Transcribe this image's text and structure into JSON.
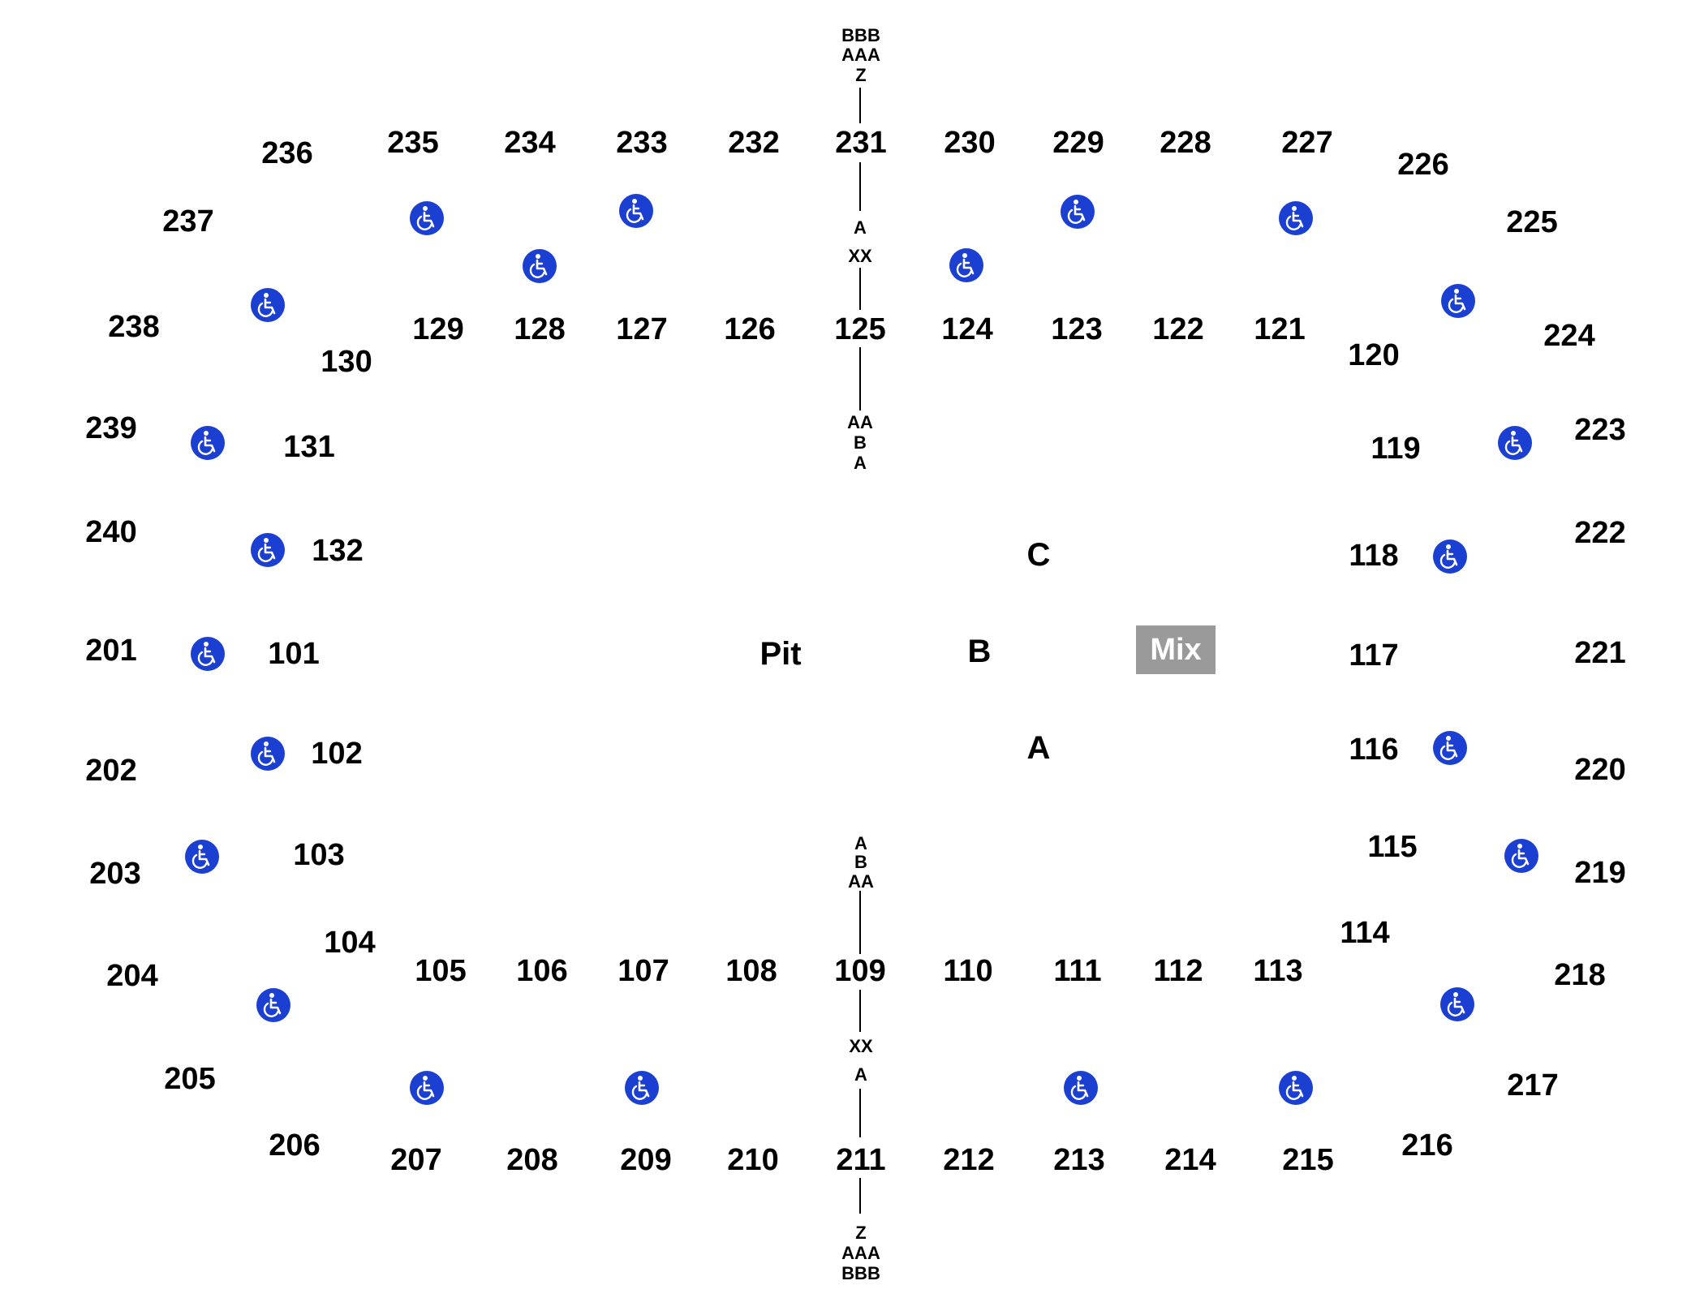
{
  "map": {
    "floor": {
      "pit": "Pit",
      "a": "A",
      "b": "B",
      "c": "C",
      "mix": "Mix"
    },
    "lower_sections": [
      "101",
      "102",
      "103",
      "104",
      "105",
      "106",
      "107",
      "108",
      "109",
      "110",
      "111",
      "112",
      "113",
      "114",
      "115",
      "116",
      "117",
      "118",
      "119",
      "120",
      "121",
      "122",
      "123",
      "124",
      "125",
      "126",
      "127",
      "128",
      "129",
      "130",
      "131",
      "132"
    ],
    "upper_sections": [
      "201",
      "202",
      "203",
      "204",
      "205",
      "206",
      "207",
      "208",
      "209",
      "210",
      "211",
      "212",
      "213",
      "214",
      "215",
      "216",
      "217",
      "218",
      "219",
      "220",
      "221",
      "222",
      "223",
      "224",
      "225",
      "226",
      "227",
      "228",
      "229",
      "230",
      "231",
      "232",
      "233",
      "234",
      "235",
      "236",
      "237",
      "238",
      "239",
      "240"
    ],
    "row_markers": {
      "top_upper": [
        "BBB",
        "AAA",
        "Z"
      ],
      "top_mid": [
        "A",
        "XX"
      ],
      "top_lower": [
        "AA",
        "B",
        "A"
      ],
      "bottom_lower": [
        "A",
        "B",
        "AA"
      ],
      "bottom_mid": [
        "XX",
        "A"
      ],
      "bottom_upper": [
        "Z",
        "AAA",
        "BBB"
      ]
    },
    "accessible_icon": "wheelchair-icon",
    "accessible_color": "#1a3fd1",
    "mix_color": "#9a9a9a"
  }
}
